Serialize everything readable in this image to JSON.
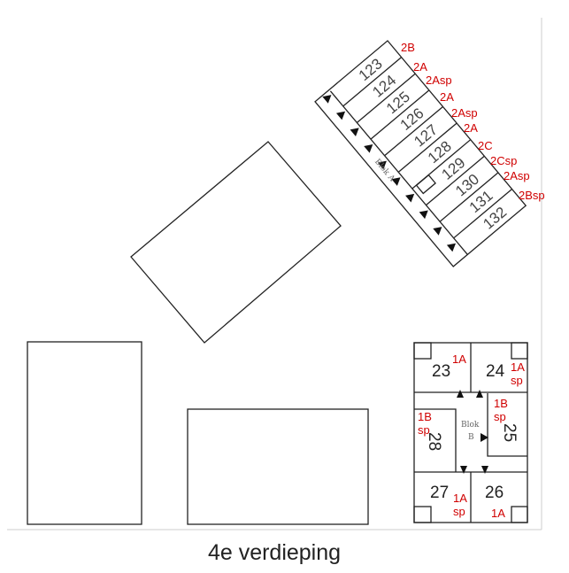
{
  "title": "4e verdieping",
  "blok_a": {
    "label": "Blok A",
    "units": [
      {
        "number": "123",
        "type": "2B"
      },
      {
        "number": "124",
        "type": "2A"
      },
      {
        "number": "125",
        "type": "2Asp"
      },
      {
        "number": "126",
        "type": "2A"
      },
      {
        "number": "127",
        "type": "2Asp"
      },
      {
        "number": "128",
        "type": "2A"
      },
      {
        "number": "129",
        "type": "2C"
      },
      {
        "number": "130",
        "type": "2Csp"
      },
      {
        "number": "131",
        "type": "2Asp"
      },
      {
        "number": "132",
        "type": "2Bsp"
      }
    ]
  },
  "blok_b": {
    "label_line1": "Blok",
    "label_line2": "B",
    "units": [
      {
        "number": "23",
        "type": "1A"
      },
      {
        "number": "24",
        "type_line1": "1A",
        "type_line2": "sp"
      },
      {
        "number": "25",
        "type_line1": "1B",
        "type_line2": "sp"
      },
      {
        "number": "26",
        "type": "1A"
      },
      {
        "number": "27",
        "type_line1": "1A",
        "type_line2": "sp"
      },
      {
        "number": "28",
        "type_line1": "1B",
        "type_line2": "sp"
      }
    ]
  }
}
